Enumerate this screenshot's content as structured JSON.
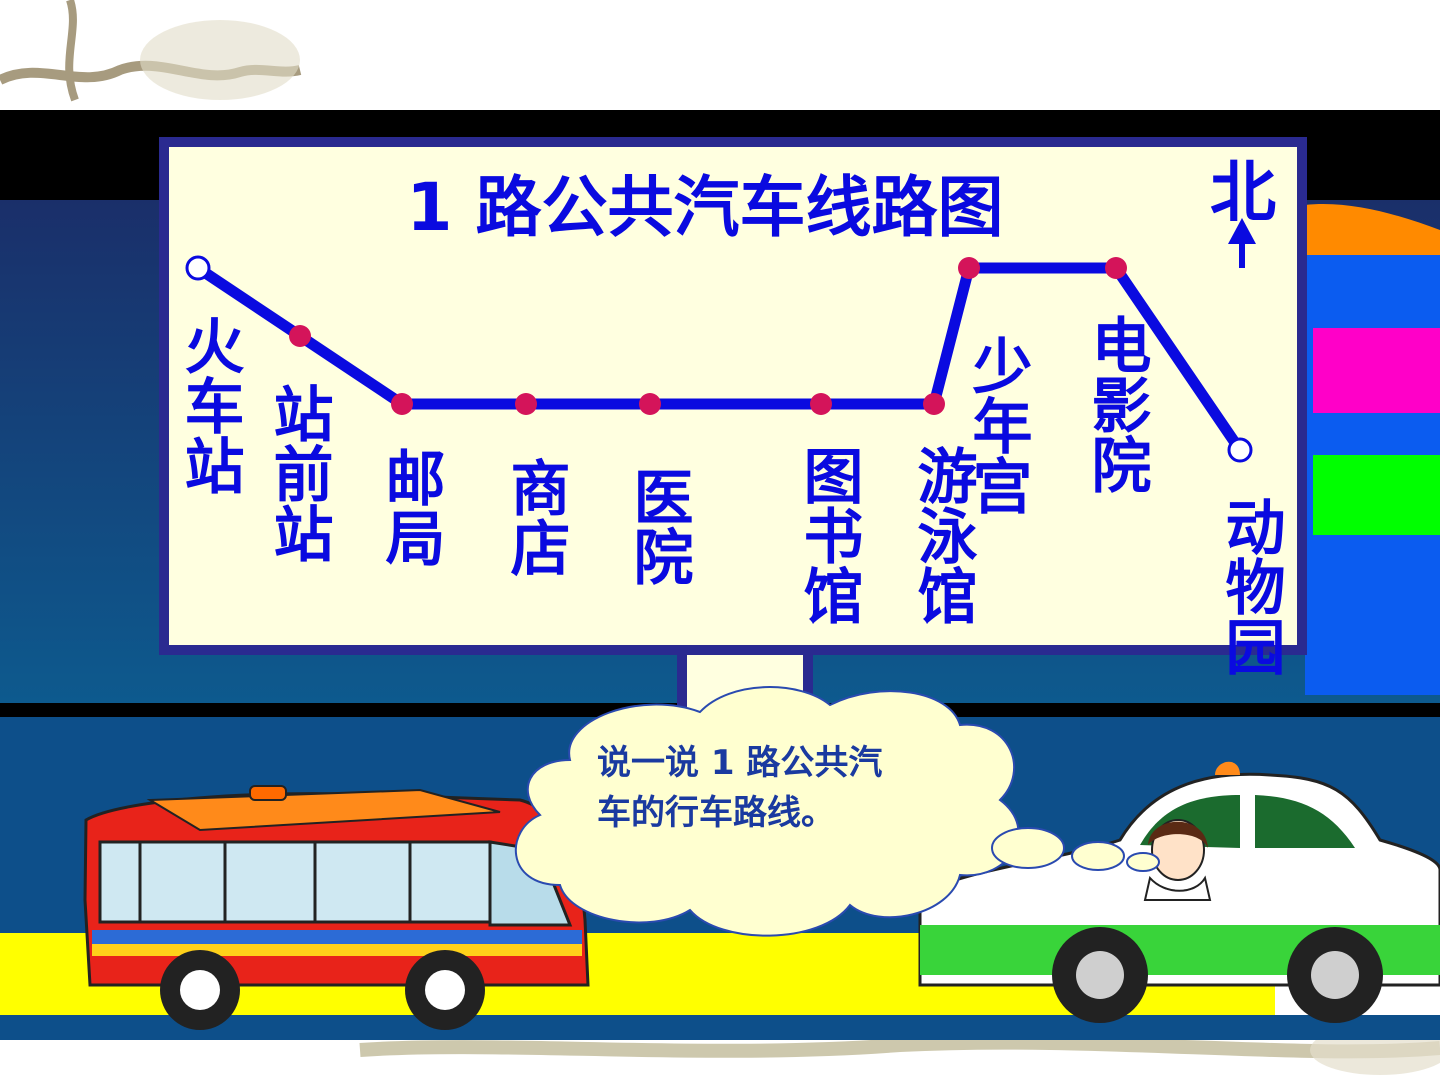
{
  "diagram": {
    "title": "1 路公共汽车线路图",
    "north": "北",
    "stops": [
      {
        "name": "火车站"
      },
      {
        "name": "站前站"
      },
      {
        "name": "邮局"
      },
      {
        "name": "商店"
      },
      {
        "name": "医院"
      },
      {
        "name": "图书馆"
      },
      {
        "name": "游泳馆"
      },
      {
        "name": "少年宫"
      },
      {
        "name": "电影院"
      },
      {
        "name": "动物园"
      }
    ],
    "bubble_text": "说一说 1 路公共汽车的行车路线。",
    "colors": {
      "route_line": "#0a0ae0",
      "stop_dot": "#d4145a",
      "board_fill": "#ffffe0",
      "board_border": "#2a2a90",
      "text": "#0a0ae0"
    }
  }
}
